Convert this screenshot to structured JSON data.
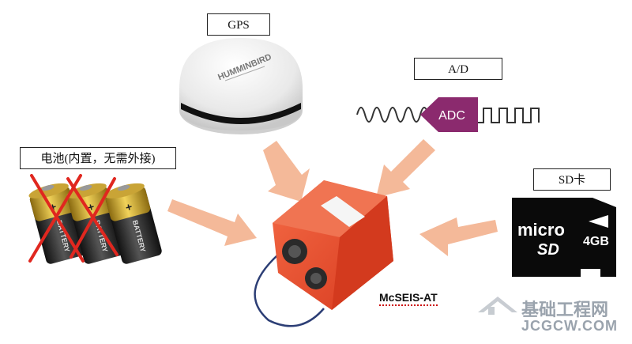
{
  "labels": {
    "gps": "GPS",
    "ad": "A/D",
    "battery": "电池(内置，无需外接)",
    "sd": "SD卡",
    "device": "McSEIS-AT"
  },
  "icons": {
    "gps_brand": "HUMMINBIRD",
    "adc_text": "ADC",
    "battery_text": "BATTERY",
    "sd_micro": "micro",
    "sd_capacity": "4GB"
  },
  "watermark": {
    "cn": "基础工程网",
    "en": "JCGCW.COM"
  },
  "colors": {
    "arrow": "#f4b999",
    "adc": "#8b2a6e",
    "device": "#e8412a",
    "cross": "#e0271f"
  }
}
